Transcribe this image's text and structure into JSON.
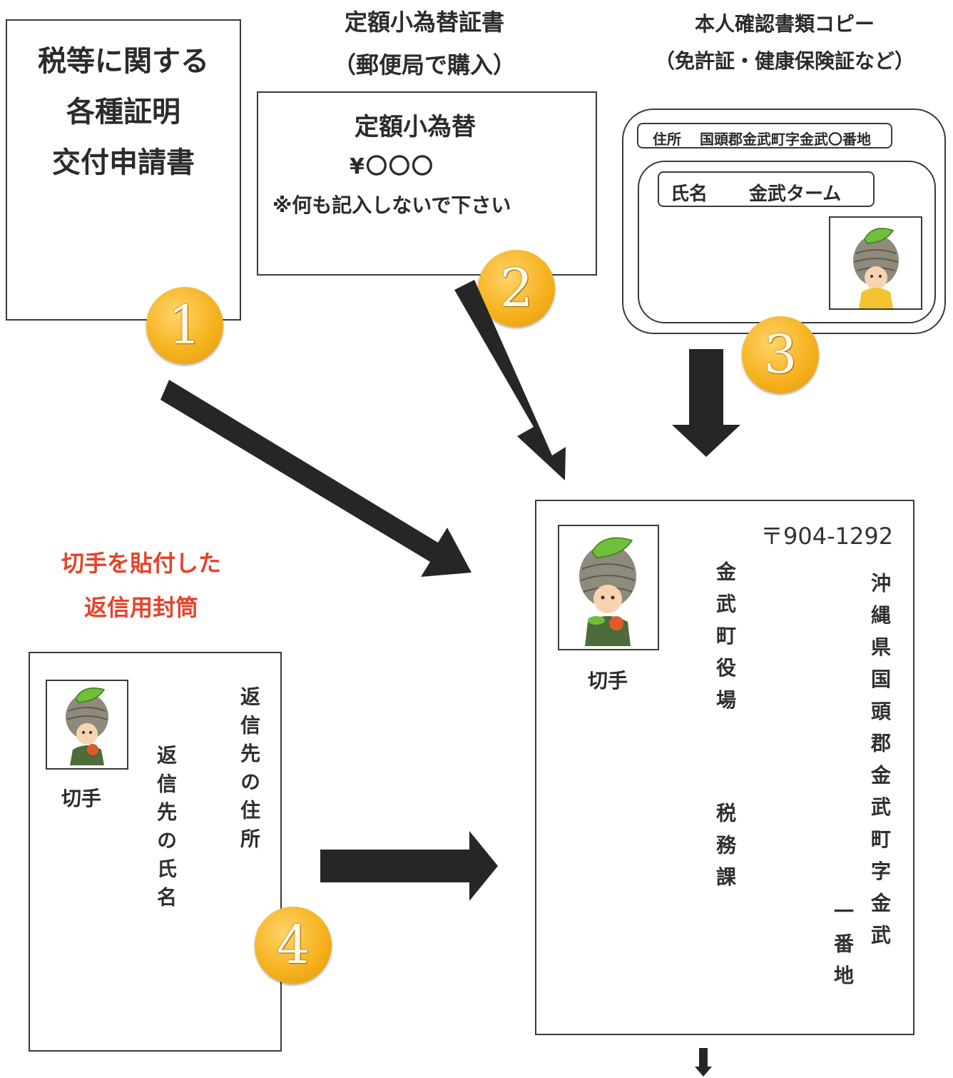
{
  "item1": {
    "lines": [
      "税等に関する",
      "各種証明",
      "交付申請書"
    ],
    "number": "1"
  },
  "item2": {
    "caption_line1": "定額小為替証書",
    "caption_line2": "（郵便局で購入）",
    "title": "定額小為替",
    "amount": "¥〇〇〇",
    "note": "※何も記入しないで下さい",
    "number": "2"
  },
  "item3": {
    "caption_line1": "本人確認書類コピー",
    "caption_line2": "（免許証・健康保険証など）",
    "address_label": "住所",
    "address_value": "国頭郡金武町字金武〇番地",
    "name_label": "氏名",
    "name_value": "金武ターム",
    "number": "3"
  },
  "item4": {
    "caption_line1": "切手を貼付した",
    "caption_line2": "返信用封筒",
    "stamp_label": "切手",
    "return_address": "返信先の住所",
    "return_name": "返信先の氏名",
    "number": "4"
  },
  "envelope": {
    "postal_code": "〒904-1292",
    "stamp_label": "切手",
    "recipient": "金武町役場",
    "department": "税務課",
    "address_main": "沖縄県国頭郡金武町字金武",
    "address_number": "一番地"
  },
  "colors": {
    "accent_red": "#e5432b",
    "badge_orange": "#f6b21f",
    "arrow": "#262626",
    "mascot_leaf": "#6fbf3a"
  }
}
